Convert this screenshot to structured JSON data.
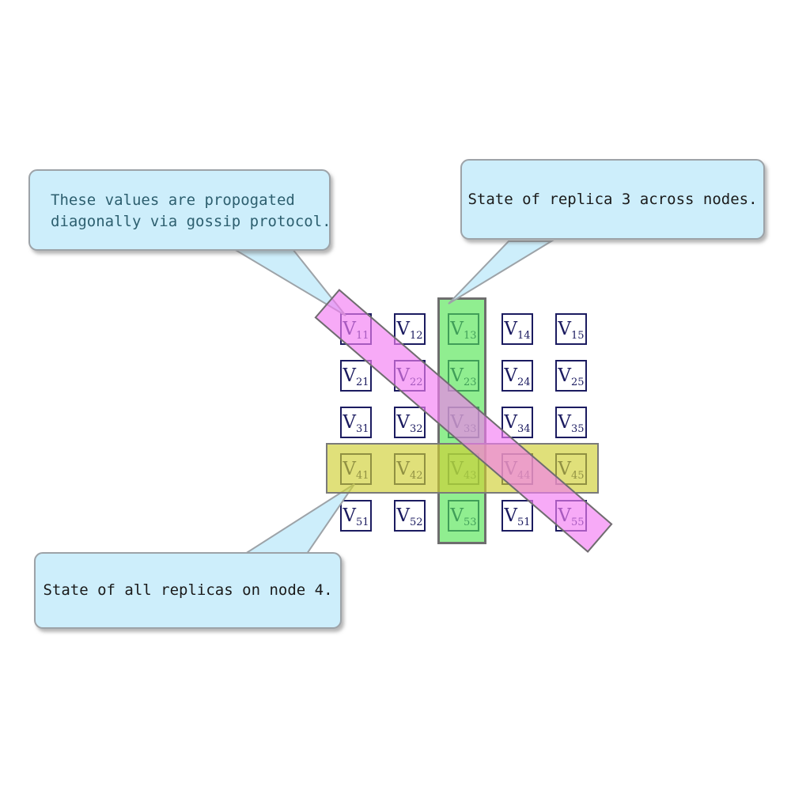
{
  "matrix": {
    "fill": "#FFFFFF",
    "border_color": "#1B1B60",
    "text_color": "#1B1B60",
    "cells": [
      {
        "row": 1,
        "col": 1,
        "base": "V",
        "sub": "11"
      },
      {
        "row": 1,
        "col": 2,
        "base": "V",
        "sub": "12"
      },
      {
        "row": 1,
        "col": 3,
        "base": "V",
        "sub": "13"
      },
      {
        "row": 1,
        "col": 4,
        "base": "V",
        "sub": "14"
      },
      {
        "row": 1,
        "col": 5,
        "base": "V",
        "sub": "15"
      },
      {
        "row": 2,
        "col": 1,
        "base": "V",
        "sub": "21"
      },
      {
        "row": 2,
        "col": 2,
        "base": "V",
        "sub": "22"
      },
      {
        "row": 2,
        "col": 3,
        "base": "V",
        "sub": "23"
      },
      {
        "row": 2,
        "col": 4,
        "base": "V",
        "sub": "24"
      },
      {
        "row": 2,
        "col": 5,
        "base": "V",
        "sub": "25"
      },
      {
        "row": 3,
        "col": 1,
        "base": "V",
        "sub": "31"
      },
      {
        "row": 3,
        "col": 2,
        "base": "V",
        "sub": "32"
      },
      {
        "row": 3,
        "col": 3,
        "base": "V",
        "sub": "33"
      },
      {
        "row": 3,
        "col": 4,
        "base": "V",
        "sub": "34"
      },
      {
        "row": 3,
        "col": 5,
        "base": "V",
        "sub": "35"
      },
      {
        "row": 4,
        "col": 1,
        "base": "V",
        "sub": "41"
      },
      {
        "row": 4,
        "col": 2,
        "base": "V",
        "sub": "42"
      },
      {
        "row": 4,
        "col": 3,
        "base": "V",
        "sub": "43"
      },
      {
        "row": 4,
        "col": 4,
        "base": "V",
        "sub": "44"
      },
      {
        "row": 4,
        "col": 5,
        "base": "V",
        "sub": "45"
      },
      {
        "row": 5,
        "col": 1,
        "base": "V",
        "sub": "51"
      },
      {
        "row": 5,
        "col": 2,
        "base": "V",
        "sub": "52"
      },
      {
        "row": 5,
        "col": 3,
        "base": "V",
        "sub": "53"
      },
      {
        "row": 5,
        "col": 4,
        "base": "V",
        "sub": "51"
      },
      {
        "row": 5,
        "col": 5,
        "base": "V",
        "sub": "55"
      }
    ]
  },
  "highlights": {
    "replica_column": {
      "color": "#54E554",
      "opacity": 0.65,
      "border_color": "#6E6E6E"
    },
    "node_row": {
      "color": "#D0D032",
      "opacity": 0.65,
      "border_color": "#7A7A7A"
    },
    "gossip_diagonal": {
      "color": "#F37CF3",
      "opacity": 0.65,
      "border_color": "#6E6E6E"
    }
  },
  "callouts": {
    "bubble_fill": "#CDEEFB",
    "bubble_border": "#9DA3A8",
    "gossip": {
      "lines": [
        "These values are propogated",
        "diagonally via gossip protocol."
      ],
      "text_color": "#2D5F6F"
    },
    "replica": {
      "lines": [
        "State of replica 3 across nodes."
      ],
      "text_color": "#1A1A1A"
    },
    "node": {
      "lines": [
        "State of all replicas on node 4."
      ],
      "text_color": "#1A1A1A"
    }
  }
}
